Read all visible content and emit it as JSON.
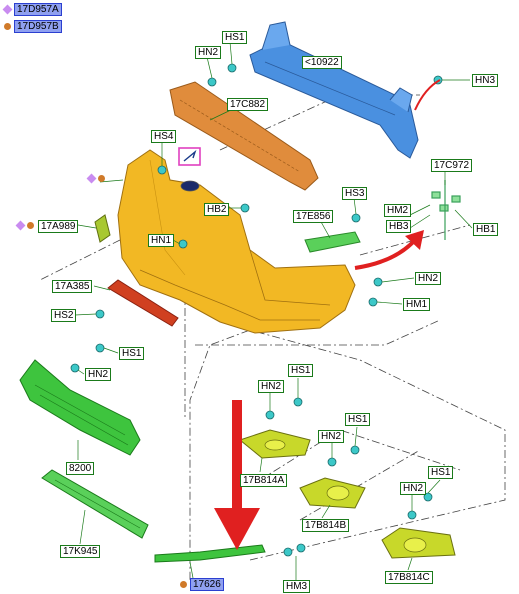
{
  "legend": [
    {
      "code": "17D957A",
      "marker": "diamond",
      "color": "#c98cf0"
    },
    {
      "code": "17D957B",
      "marker": "dot",
      "color": "#d07a2a"
    }
  ],
  "labels": {
    "hs1_top": "HS1",
    "hn2_top": "HN2",
    "p10922": "<10922",
    "hn3_top": "HN3",
    "p17c882": "17C882",
    "hs4": "HS4",
    "p17c972": "17C972",
    "hs3": "HS3",
    "hb2": "HB2",
    "p17e856": "17E856",
    "hm2": "HM2",
    "hb3": "HB3",
    "hb1": "HB1",
    "p17a989": "17A989",
    "hn1": "HN1",
    "hn2_mid": "HN2",
    "p17a385": "17A385",
    "hm1": "HM1",
    "hs2": "HS2",
    "hs1_grille": "HS1",
    "hn2_grille": "HN2",
    "hn2_fogl": "HN2",
    "hs1_fogl": "HS1",
    "p8200": "8200",
    "p17b814a": "17B814A",
    "hn2_fogb": "HN2",
    "hs1_fogb": "HS1",
    "p17b814b": "17B814B",
    "hs1_fogc": "HS1",
    "hn2_fogc": "HN2",
    "p17k945": "17K945",
    "p17b814c": "17B814C",
    "p17626": "17626",
    "hm3": "HM3"
  },
  "colors": {
    "label_border": "#1a7a1a",
    "bumper": "#f2b824",
    "reinforcement": "#4a90e0",
    "absorber": "#e08c3c",
    "grille": "#3ec43e",
    "fog_bezel": "#c8d82a",
    "arrow": "#e02020",
    "clip": "#3cc8c8",
    "ford_badge_frame": "#e040c0"
  },
  "icons": [
    "ford-badge-icon",
    "arrow-down-icon",
    "arrow-right-icon"
  ]
}
